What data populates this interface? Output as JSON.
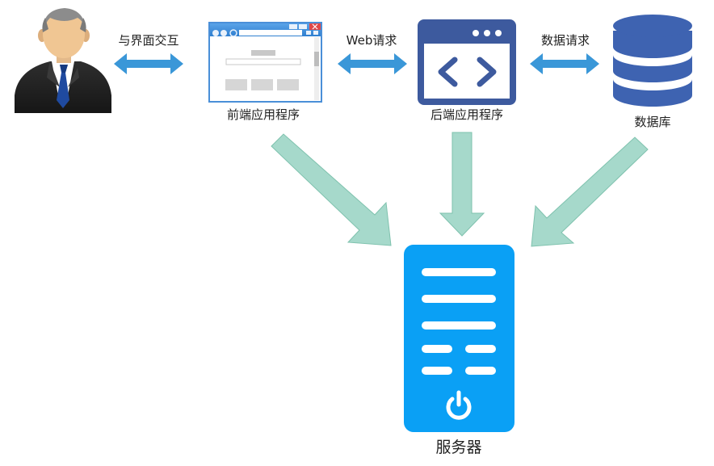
{
  "nodes": {
    "user": {
      "icon": "businessman-icon"
    },
    "frontend": {
      "label": "前端应用程序",
      "icon": "browser-window-icon"
    },
    "backend": {
      "label": "后端应用程序",
      "icon": "code-window-icon"
    },
    "database": {
      "label": "数据库",
      "icon": "database-cylinder-icon"
    },
    "server": {
      "label": "服务器",
      "icon": "server-icon"
    }
  },
  "edges": {
    "user_frontend": {
      "label": "与界面交互",
      "style": "double-arrow"
    },
    "frontend_backend": {
      "label": "Web请求",
      "style": "double-arrow"
    },
    "backend_database": {
      "label": "数据请求",
      "style": "double-arrow"
    },
    "frontend_server": {
      "style": "down-arrow"
    },
    "backend_server": {
      "style": "down-arrow"
    },
    "database_server": {
      "style": "down-arrow"
    }
  },
  "colors": {
    "double_arrow": "#3a97d8",
    "down_arrow": "#a6d9cb",
    "server": "#0aa0f5",
    "app_window": "#3d5a9e",
    "database": "#3e63b1"
  }
}
